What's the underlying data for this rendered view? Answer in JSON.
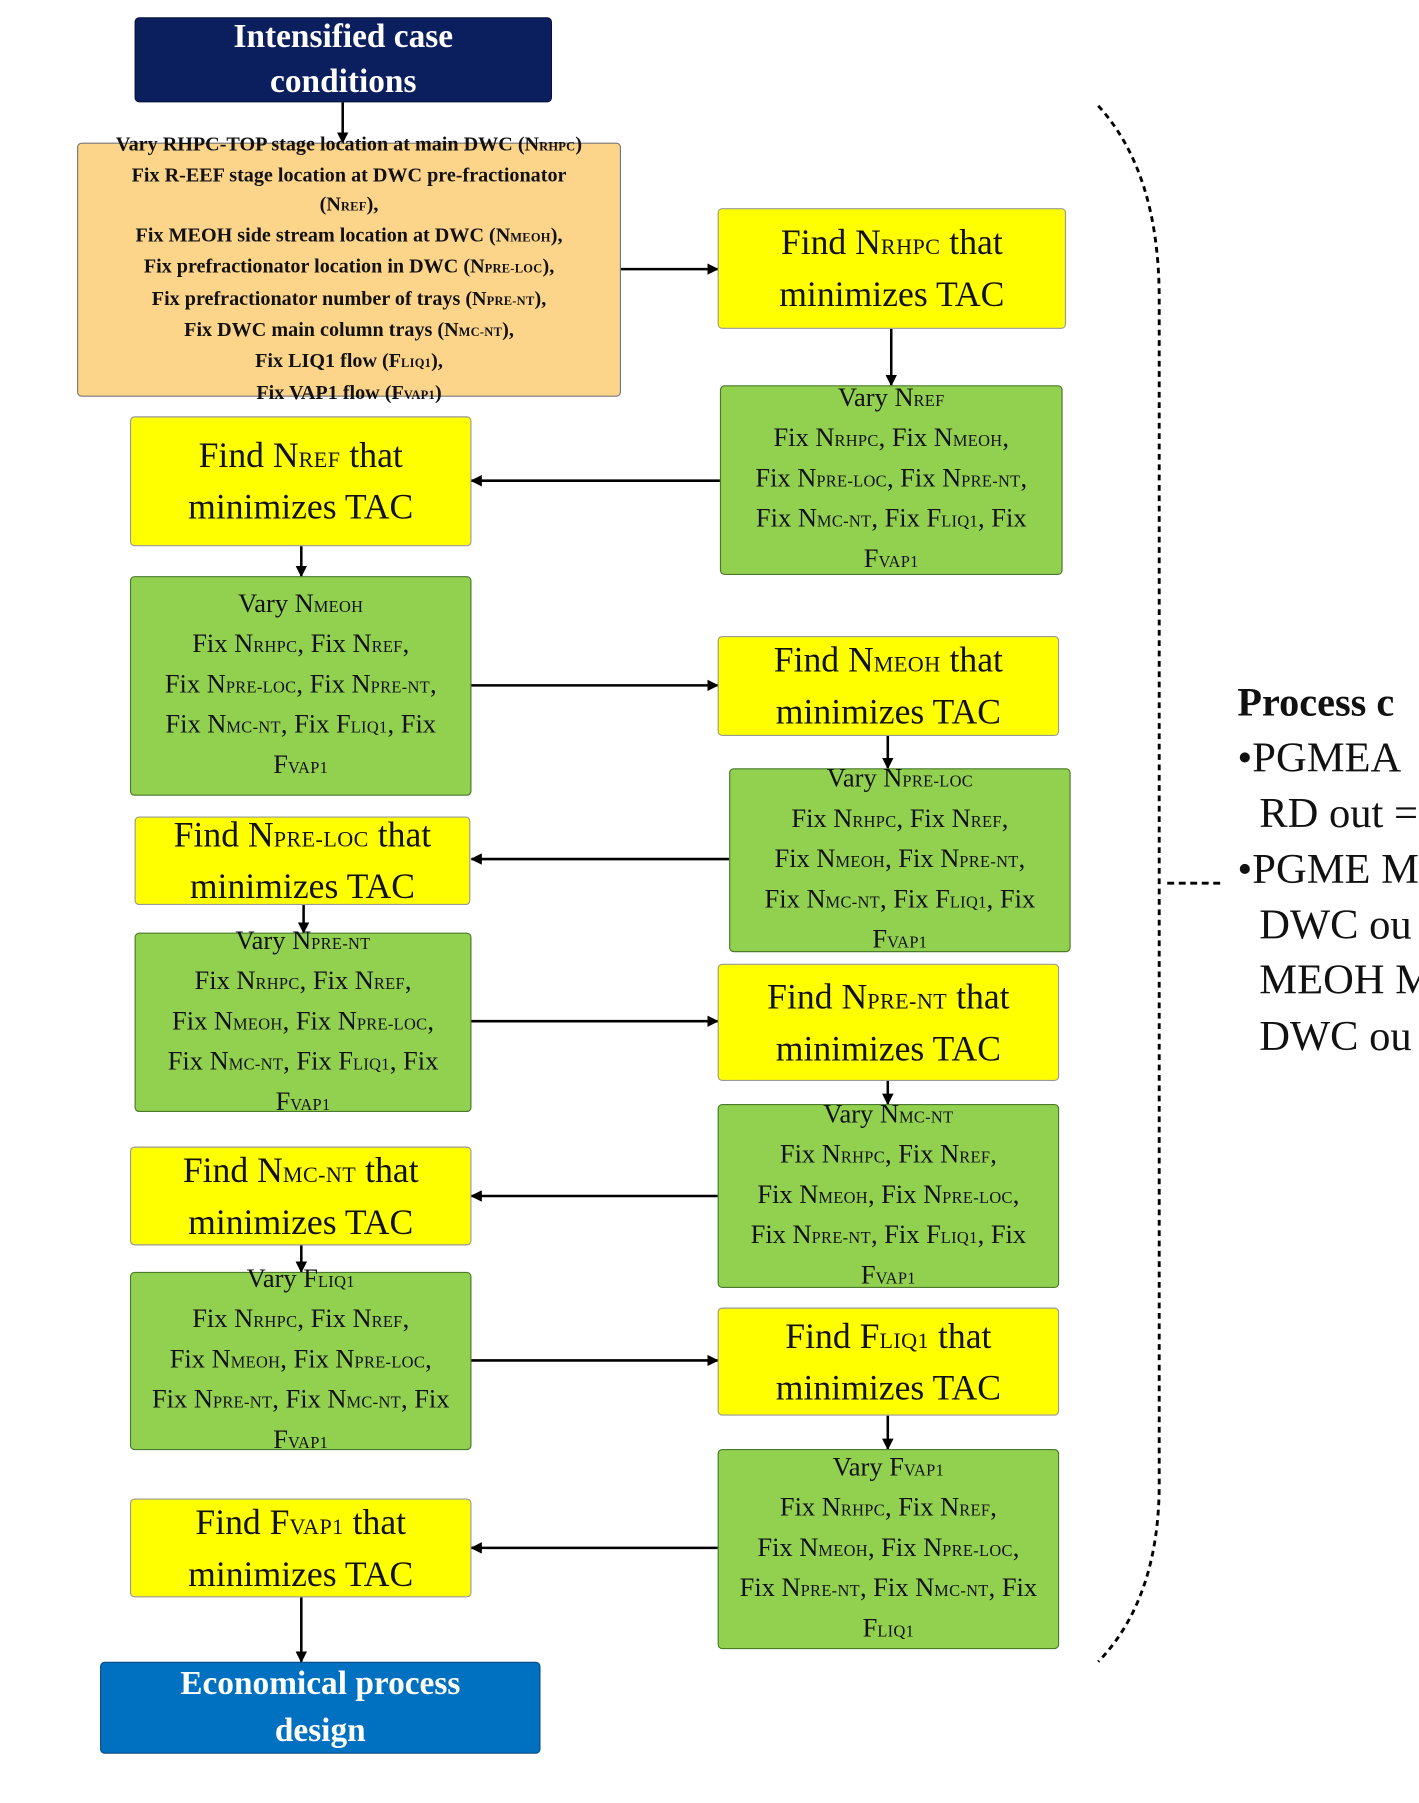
{
  "boxes": [
    {
      "id": "start",
      "style": "navy",
      "lines": [
        [
          "Intensified case"
        ],
        [
          "conditions"
        ]
      ]
    },
    {
      "id": "initial-conditions",
      "style": "orange",
      "lines": [
        [
          "Vary RHPC-TOP stage location at main DWC (N",
          "RHPC",
          ")"
        ],
        [
          "Fix R-EEF stage location at DWC pre-fractionator"
        ],
        [
          "(N",
          "REF",
          "),"
        ],
        [
          "Fix MEOH side stream location at DWC (N",
          "MEOH",
          "),"
        ],
        [
          "Fix prefractionator location in DWC (N",
          "PRE-LOC",
          "),"
        ],
        [
          "Fix prefractionator number of trays (N",
          "PRE-NT",
          "),"
        ],
        [
          "Fix DWC main column trays (N",
          "MC-NT",
          "),"
        ],
        [
          "Fix LIQ1 flow (F",
          "LIQ1",
          "),"
        ],
        [
          "Fix VAP1 flow (F",
          "VAP1",
          ")"
        ]
      ]
    },
    {
      "id": "find-nrhpc",
      "style": "yellow",
      "lines": [
        [
          "Find N",
          "RHPC",
          " that"
        ],
        [
          "minimizes TAC"
        ]
      ]
    },
    {
      "id": "vary-nref",
      "style": "green",
      "lines": [
        [
          "Vary N",
          "REF"
        ],
        [
          "Fix N",
          "RHPC",
          ", Fix N",
          "MEOH",
          ","
        ],
        [
          "Fix N",
          "PRE-LOC",
          ", Fix N",
          "PRE-NT",
          ","
        ],
        [
          "Fix N",
          "MC-NT",
          ", Fix F",
          "LIQ1",
          ", Fix"
        ],
        [
          "F",
          "VAP1"
        ]
      ]
    },
    {
      "id": "find-nref",
      "style": "yellow",
      "lines": [
        [
          "Find  N",
          "REF",
          " that"
        ],
        [
          "minimizes TAC"
        ]
      ]
    },
    {
      "id": "vary-nmeoh",
      "style": "green",
      "lines": [
        [
          "Vary N",
          "MEOH"
        ],
        [
          "Fix N",
          "RHPC",
          ", Fix N",
          "REF",
          ","
        ],
        [
          "Fix N",
          "PRE-LOC",
          ", Fix N",
          "PRE-NT",
          ","
        ],
        [
          "Fix N",
          "MC-NT",
          ", Fix F",
          "LIQ1",
          ", Fix"
        ],
        [
          "F",
          "VAP1"
        ]
      ]
    },
    {
      "id": "find-nmeoh",
      "style": "yellow",
      "lines": [
        [
          "Find N",
          "MEOH",
          " that"
        ],
        [
          "minimizes TAC"
        ]
      ]
    },
    {
      "id": "vary-npre-loc",
      "style": "green",
      "lines": [
        [
          "Vary N",
          "PRE-LOC"
        ],
        [
          "Fix N",
          "RHPC",
          ", Fix N",
          "REF",
          ","
        ],
        [
          "Fix N",
          "MEOH",
          ", Fix N",
          "PRE-NT",
          ","
        ],
        [
          "Fix N",
          "MC-NT",
          ", Fix F",
          "LIQ1",
          ", Fix"
        ],
        [
          "F",
          "VAP1"
        ]
      ]
    },
    {
      "id": "find-npre-loc",
      "style": "yellow",
      "lines": [
        [
          "Find N",
          "PRE-LOC",
          " that"
        ],
        [
          "minimizes TAC"
        ]
      ]
    },
    {
      "id": "vary-npre-nt",
      "style": "green",
      "lines": [
        [
          "Vary N",
          "PRE-NT"
        ],
        [
          "Fix N",
          "RHPC",
          ", Fix N",
          "REF",
          ","
        ],
        [
          "Fix N",
          "MEOH",
          ", Fix N",
          "PRE-LOC",
          ","
        ],
        [
          "Fix N",
          "MC-NT",
          ", Fix F",
          "LIQ1",
          ", Fix"
        ],
        [
          "F",
          "VAP1"
        ]
      ]
    },
    {
      "id": "find-npre-nt",
      "style": "yellow",
      "lines": [
        [
          "Find N",
          "PRE-NT",
          " that"
        ],
        [
          "minimizes TAC"
        ]
      ]
    },
    {
      "id": "vary-nmc-nt",
      "style": "green",
      "lines": [
        [
          "Vary N",
          "MC-NT"
        ],
        [
          "Fix N",
          "RHPC",
          ", Fix N",
          "REF",
          ","
        ],
        [
          "Fix N",
          "MEOH",
          ", Fix N",
          "PRE-LOC",
          ","
        ],
        [
          "Fix N",
          "PRE-NT",
          ", Fix F",
          "LIQ1",
          ", Fix"
        ],
        [
          "F",
          "VAP1"
        ]
      ]
    },
    {
      "id": "find-nmc-nt",
      "style": "yellow",
      "lines": [
        [
          "Find N",
          "MC-NT",
          " that"
        ],
        [
          "minimizes TAC"
        ]
      ]
    },
    {
      "id": "vary-fliq1",
      "style": "green",
      "lines": [
        [
          "Vary F",
          "LIQ1"
        ],
        [
          "Fix N",
          "RHPC",
          ", Fix N",
          "REF",
          ","
        ],
        [
          "Fix N",
          "MEOH",
          ", Fix N",
          "PRE-LOC",
          ","
        ],
        [
          "Fix N",
          "PRE-NT",
          ", Fix N",
          "MC-NT",
          ", Fix"
        ],
        [
          "F",
          "VAP1"
        ]
      ]
    },
    {
      "id": "find-fliq1",
      "style": "yellow",
      "lines": [
        [
          "Find F",
          "LIQ1",
          " that"
        ],
        [
          "minimizes TAC"
        ]
      ]
    },
    {
      "id": "vary-fvap1",
      "style": "green",
      "lines": [
        [
          "Vary F",
          "VAP1"
        ],
        [
          "Fix N",
          "RHPC",
          ", Fix N",
          "REF",
          ","
        ],
        [
          "Fix N",
          "MEOH",
          ", Fix N",
          "PRE-LOC",
          ","
        ],
        [
          "Fix N",
          "PRE-NT",
          ", Fix N",
          "MC-NT",
          ", Fix"
        ],
        [
          "F",
          "LIQ1"
        ]
      ]
    },
    {
      "id": "find-fvap1",
      "style": "yellow",
      "lines": [
        [
          "Find F",
          "VAP1",
          " that"
        ],
        [
          "minimizes TAC"
        ]
      ]
    },
    {
      "id": "end",
      "style": "blue",
      "lines": [
        [
          "Economical process"
        ],
        [
          "design"
        ]
      ]
    }
  ],
  "constraints": {
    "title": "Process c",
    "lines": [
      "•PGMEA",
      "RD out =",
      "•PGME M",
      "DWC ou",
      "MEOH M",
      "DWC ou"
    ]
  }
}
